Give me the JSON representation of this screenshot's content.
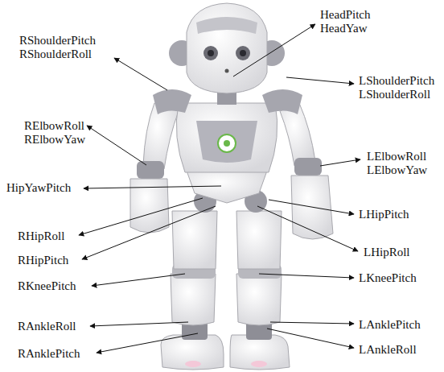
{
  "diagram": {
    "labels": [
      "HeadPitch",
      "HeadYaw",
      "RShoulderPitch",
      "RShoulderRoll",
      "LShoulderPitch",
      "LShoulderRoll",
      "RElbowRoll",
      "RElbowYaw",
      "LElbowRoll",
      "LElbowYaw",
      "HipYawPitch",
      "RHipRoll",
      "LHipPitch",
      "RHipPitch",
      "LHipRoll",
      "RKneePitch",
      "LKneePitch",
      "RAnkleRoll",
      "LAnklePitch",
      "RAnklePitch",
      "LAnkleRoll"
    ]
  }
}
